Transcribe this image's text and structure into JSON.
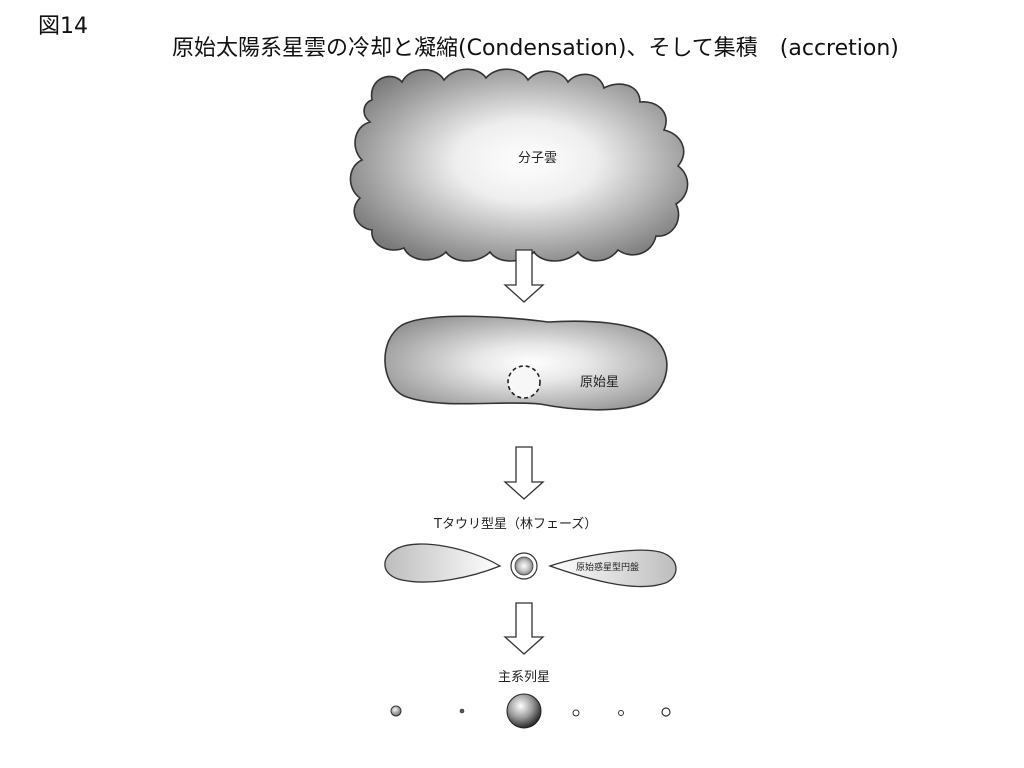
{
  "figure_label": "図14",
  "title": "原始太陽系星雲の冷却と凝縮(Condensation)、そして集積　(accretion)",
  "stages": {
    "molecular_cloud": "分子雲",
    "protostar": "原始星",
    "t_tauri": "Tタウリ型星（林フェーズ）",
    "protoplanetary_disk": "原始惑星型円盤",
    "main_sequence": "主系列星"
  },
  "colors": {
    "shape_dark": "#8a8a8a",
    "shape_light": "#ffffff",
    "stroke": "#333333"
  }
}
